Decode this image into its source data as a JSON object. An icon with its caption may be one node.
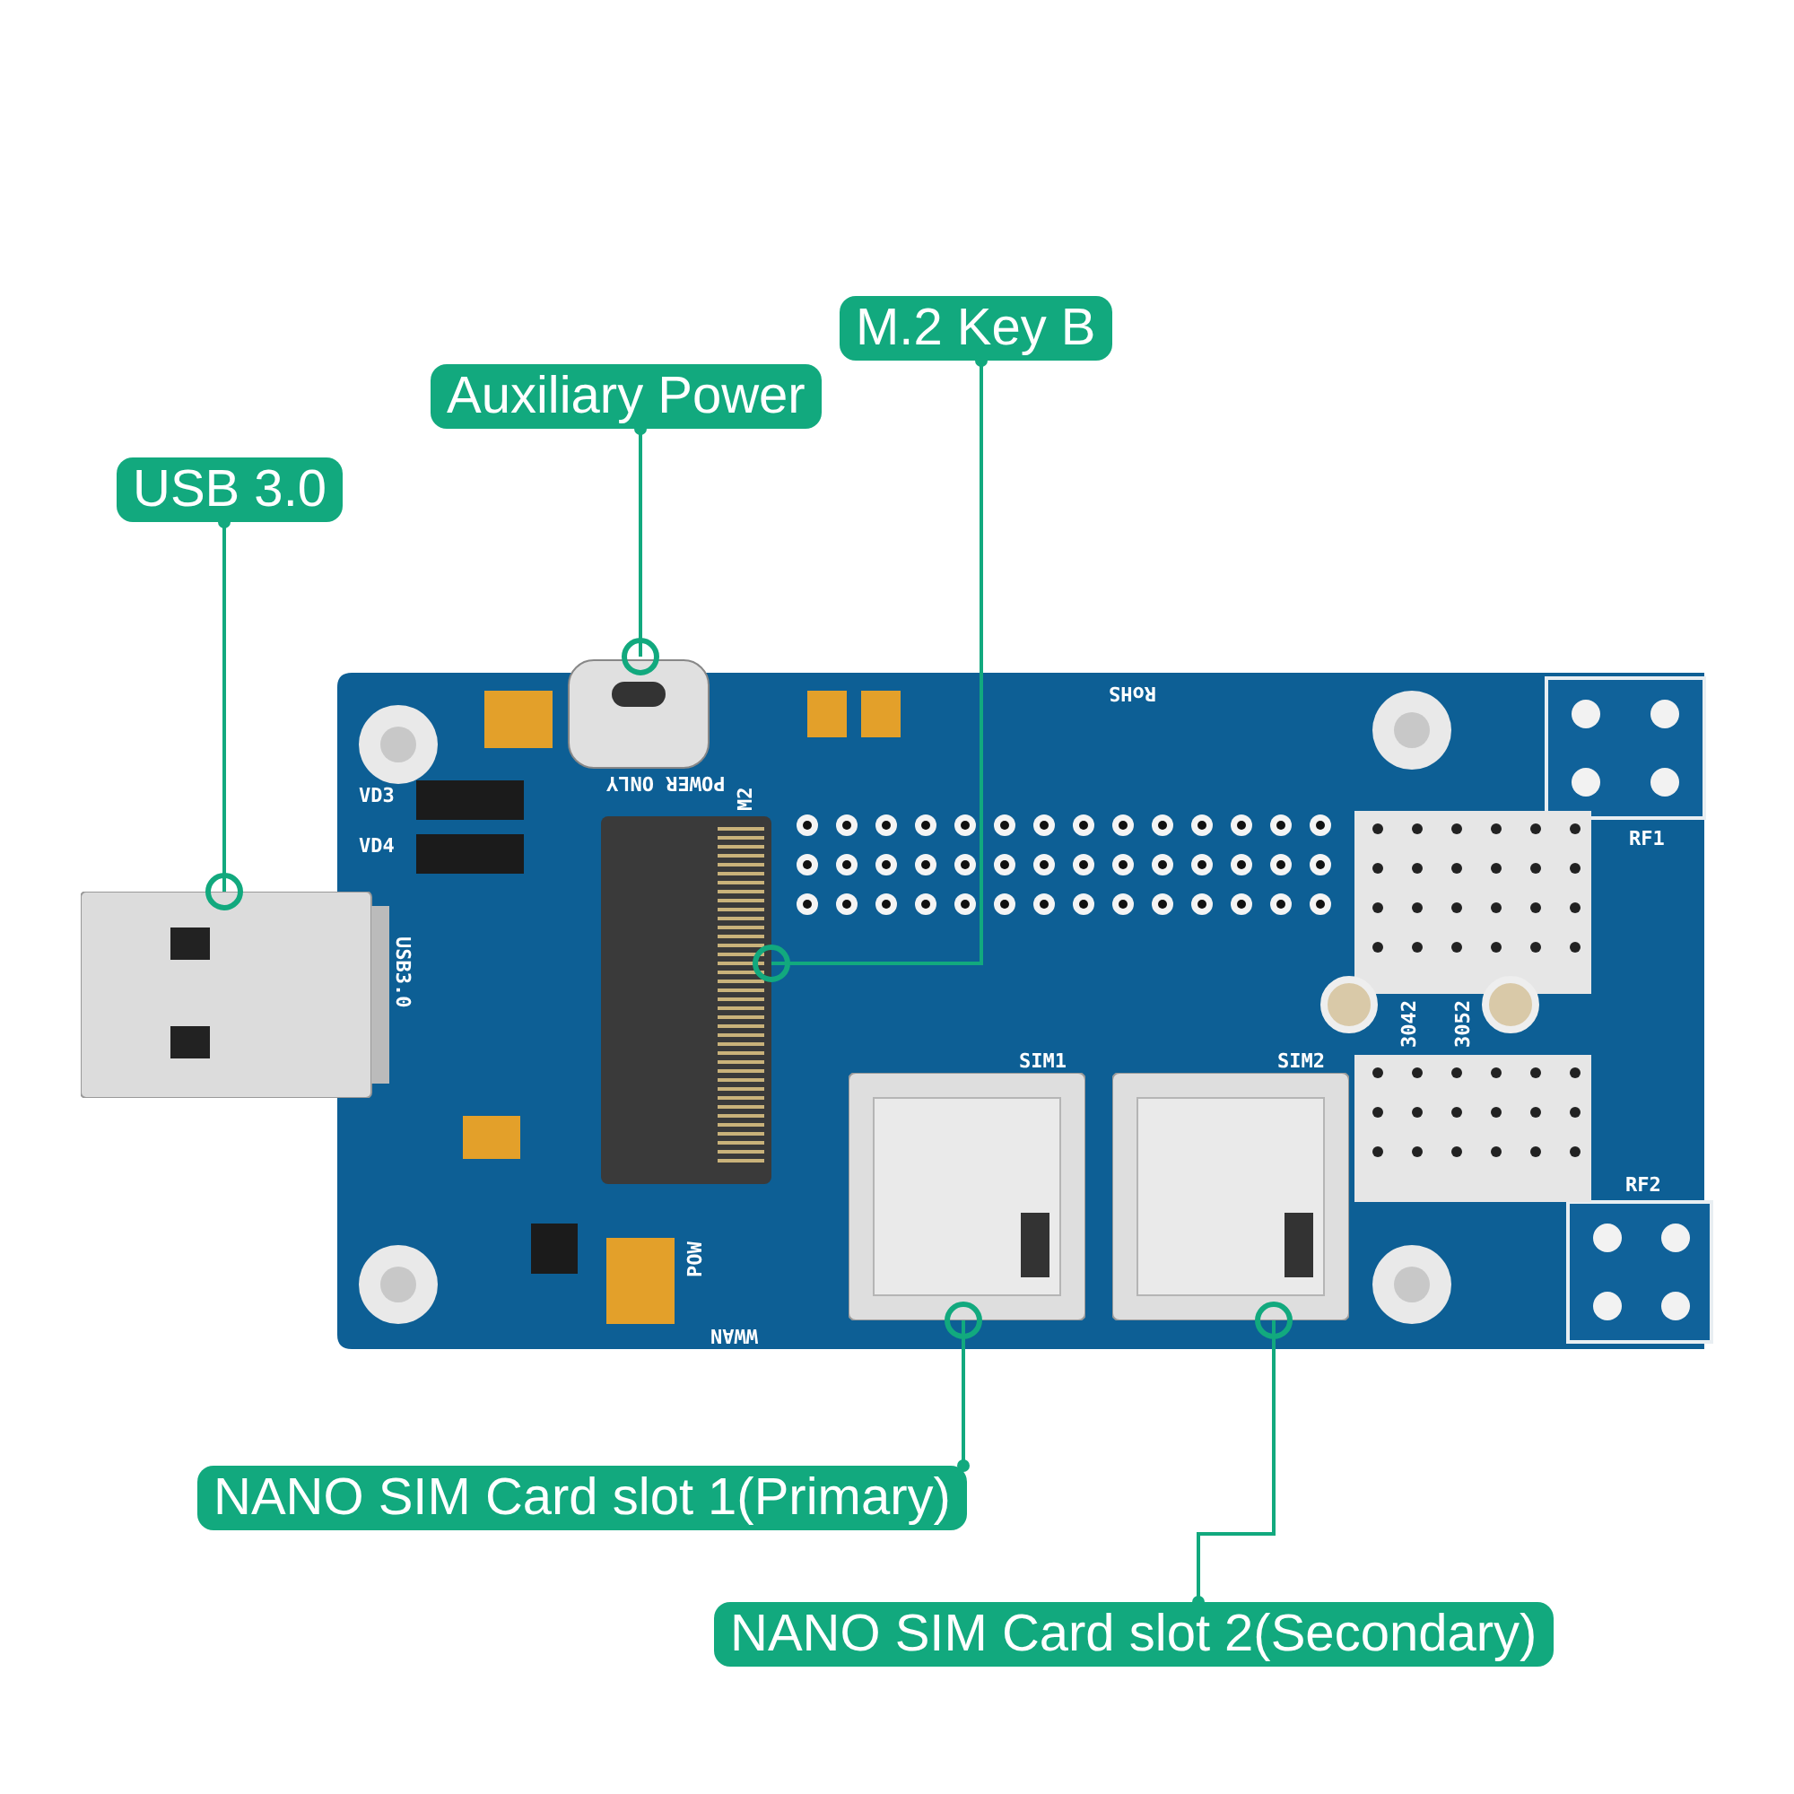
{
  "diagram": {
    "nodes": [
      {
        "text": [
          "USB 3.0"
        ]
      },
      {
        "text": [
          "Auxiliary Power"
        ]
      },
      {
        "text": [
          "M.2 Key B"
        ]
      },
      {
        "text": [
          "NANO SIM Card slot 1(Primary)"
        ]
      },
      {
        "text": [
          "NANO SIM Card slot 2(Secondary)"
        ]
      },
      {
        "text": [],
        "shape": "picture",
        "beside": [
          "USB3.0"
        ]
      },
      {
        "text": [],
        "shape": "picture"
      },
      {
        "text": [],
        "shape": "picture"
      },
      {
        "text": [],
        "shape": "picture",
        "beside": [
          "SIM1"
        ]
      },
      {
        "text": [],
        "shape": "picture",
        "beside": [
          "SIM2"
        ]
      }
    ],
    "edges": [
      {
        "from": 0,
        "to": 5,
        "arrow": "other"
      },
      {
        "from": 1,
        "to": 6,
        "arrow": "other"
      },
      {
        "from": 2,
        "to": 7,
        "arrow": "other"
      },
      {
        "from": 3,
        "to": 8,
        "arrow": "other"
      },
      {
        "from": 4,
        "to": 9,
        "arrow": "other"
      }
    ],
    "labels": [
      "RoHS",
      "VD3",
      "VD4",
      "POWER ONLY",
      "M2",
      "RF1",
      "3042",
      "3052",
      "RF2",
      "POW",
      "WWAN"
    ]
  }
}
